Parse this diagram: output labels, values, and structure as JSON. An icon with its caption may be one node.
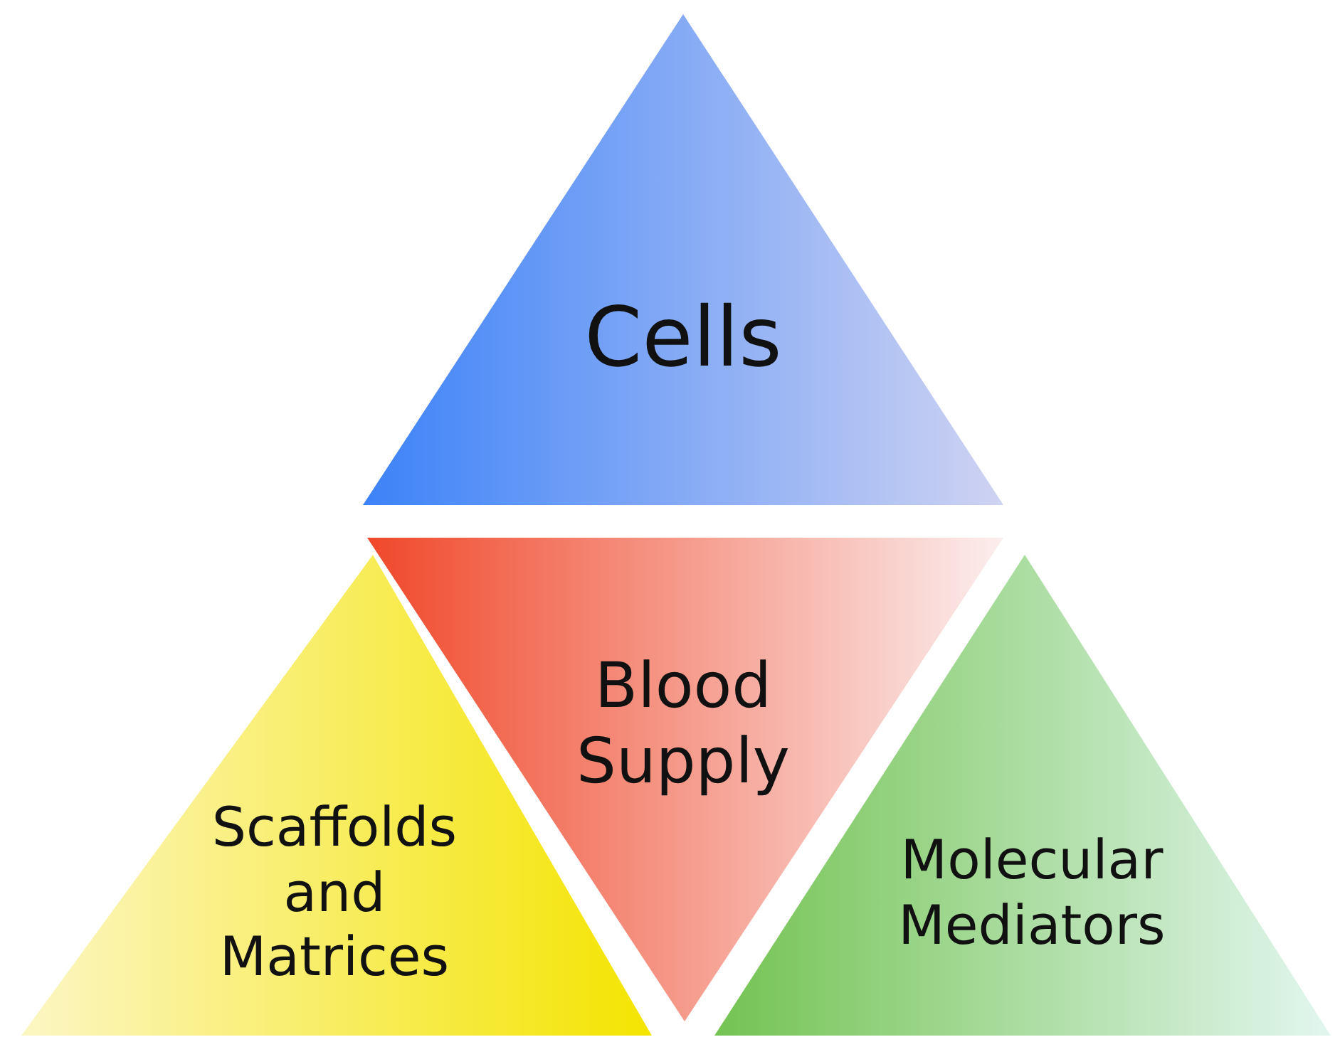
{
  "diagram": {
    "nodes": [
      {
        "text": [
          "Cells"
        ]
      },
      {
        "text": [
          "Blood Supply"
        ]
      },
      {
        "text": [
          "Scaffolds and Matrices"
        ]
      },
      {
        "text": [
          "Molecular Mediators"
        ]
      }
    ]
  }
}
